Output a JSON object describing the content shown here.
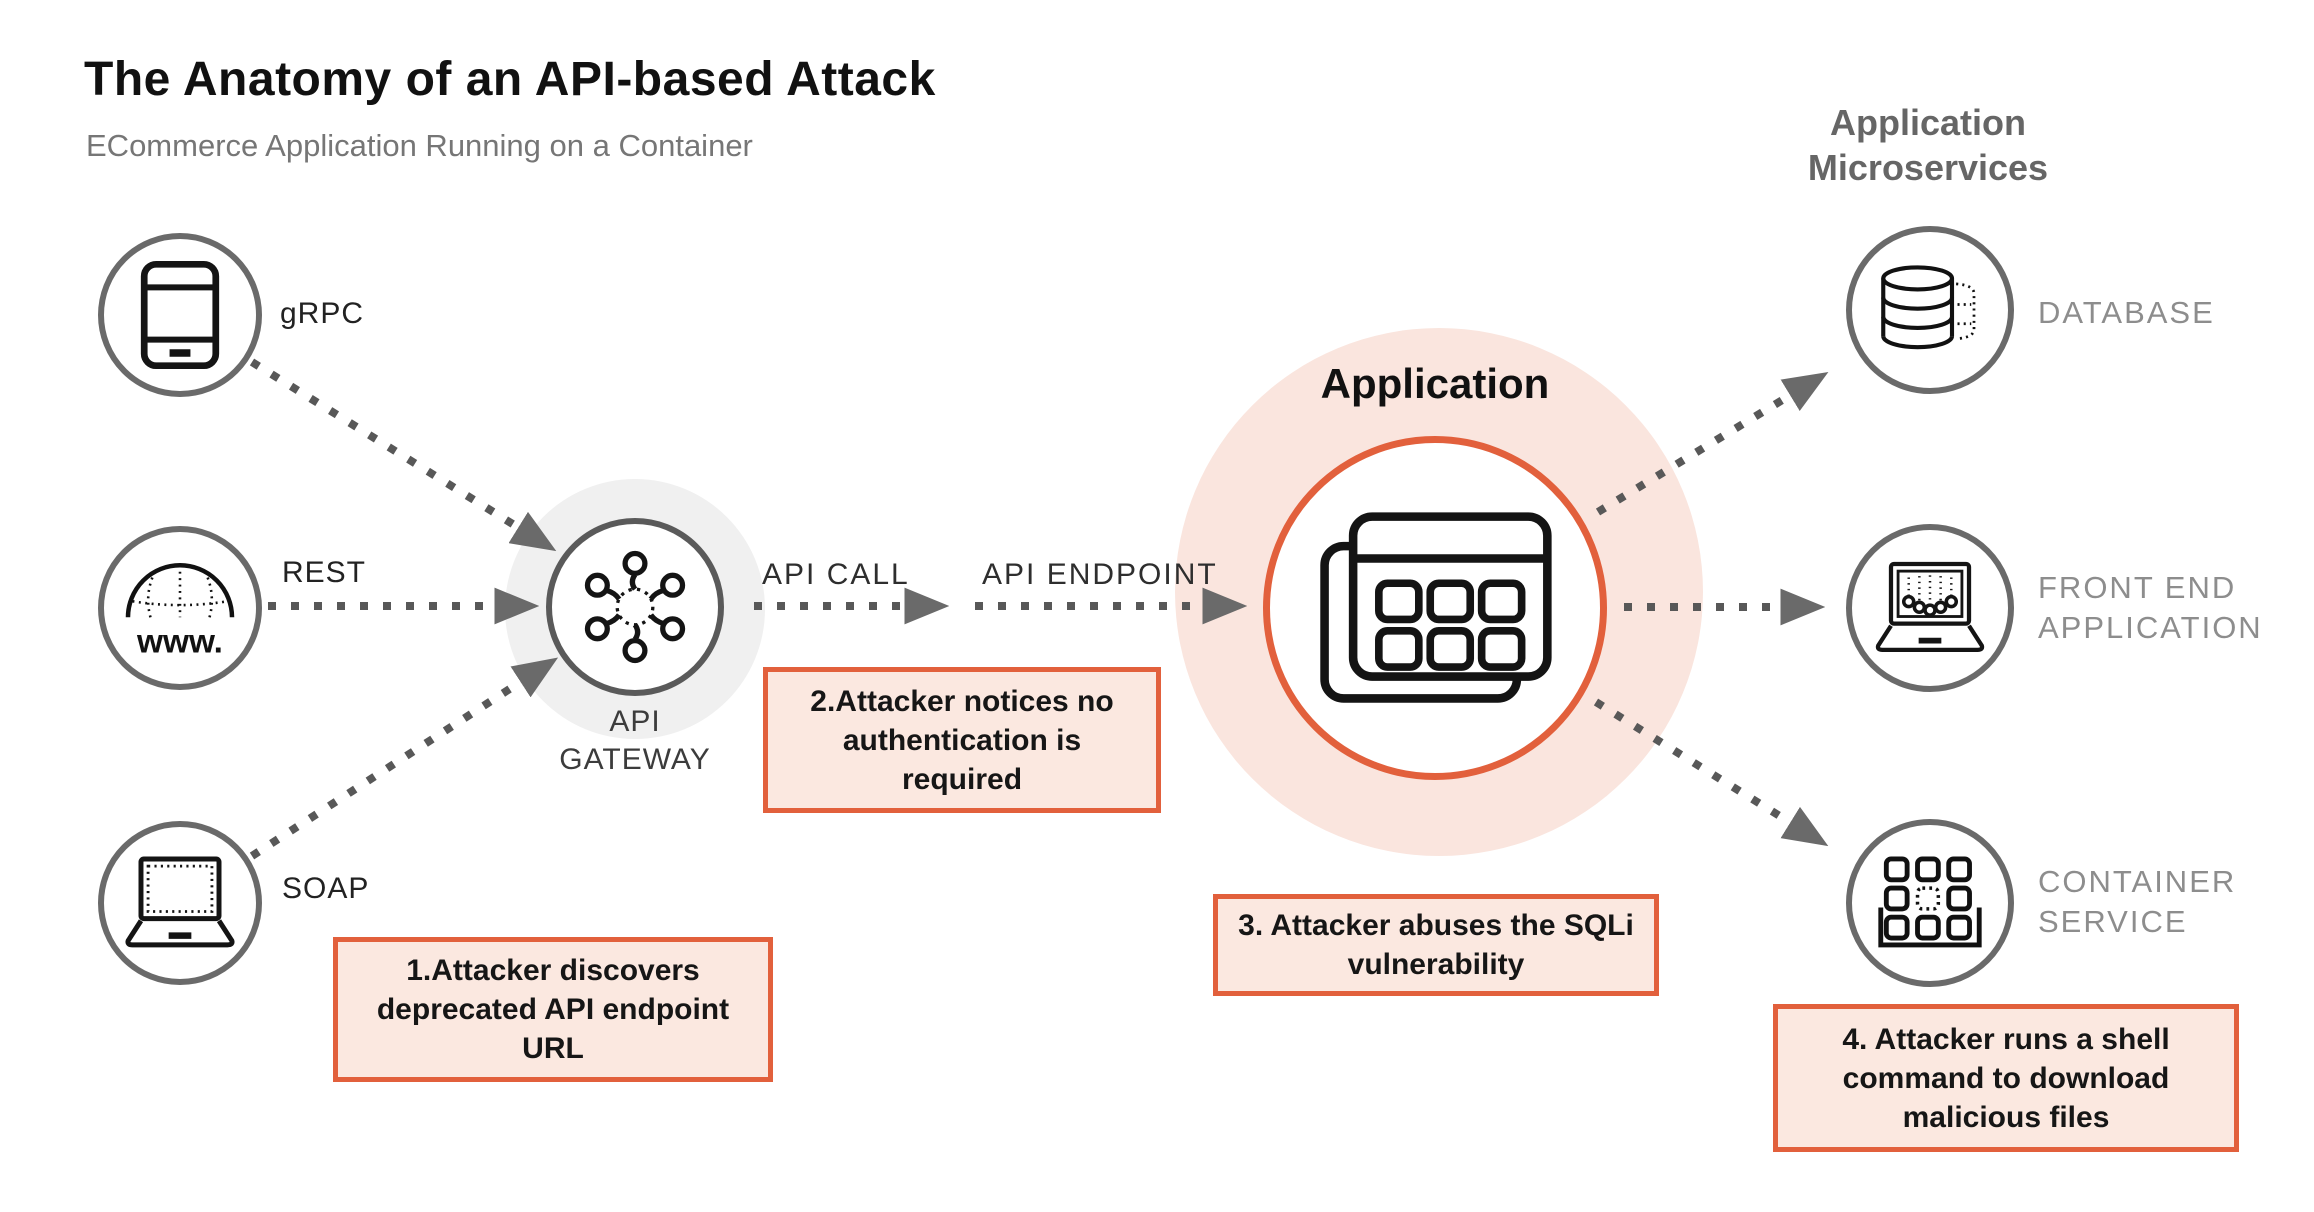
{
  "header": {
    "title": "The Anatomy of an API-based Attack",
    "subtitle": "ECommerce Application Running on a Container"
  },
  "sources": [
    {
      "label": "gRPC",
      "icon": "smartphone-icon"
    },
    {
      "label": "REST",
      "icon": "www-globe-icon",
      "globe_text": "www."
    },
    {
      "label": "SOAP",
      "icon": "laptop-icon"
    }
  ],
  "gateway": {
    "label": "API GATEWAY",
    "icon": "api-gateway-hub-icon"
  },
  "flow": {
    "api_call": "API CALL",
    "api_endpoint": "API ENDPOINT"
  },
  "application": {
    "title": "Application",
    "icon": "app-window-grid-icon"
  },
  "microservices": {
    "heading": "Application Microservices",
    "items": [
      {
        "label": "DATABASE",
        "icon": "database-icon"
      },
      {
        "label": "FRONT END APPLICATION",
        "icon": "frontend-laptop-icon"
      },
      {
        "label": "CONTAINER SERVICE",
        "icon": "container-grid-icon"
      }
    ]
  },
  "steps": [
    {
      "text": "1.Attacker discovers deprecated API endpoint URL"
    },
    {
      "text": "2.Attacker notices no authentication is required"
    },
    {
      "text": "3. Attacker abuses the SQLi vulnerability"
    },
    {
      "text": "4. Attacker runs a shell command to download malicious files"
    }
  ],
  "colors": {
    "accent_orange": "#e2603c",
    "pink_fill": "#fae5de",
    "box_fill": "#fbe8e0",
    "circle_gray": "#6a6a6a",
    "gateway_bg": "#f0f0f0",
    "arrow_gray": "#585858",
    "label_gray": "#8d8d8d",
    "heading_gray": "#666666",
    "text_black": "#161616"
  }
}
